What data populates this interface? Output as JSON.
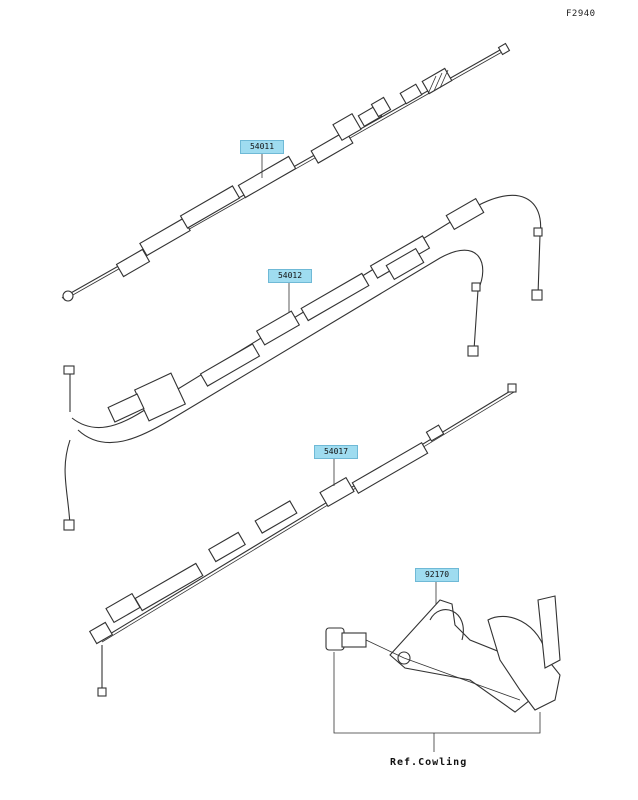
{
  "figure_id": "F2940",
  "parts": [
    {
      "number": "54011"
    },
    {
      "number": "54012"
    },
    {
      "number": "54017"
    },
    {
      "number": "92170"
    }
  ],
  "reference_label": "Ref.Cowling"
}
